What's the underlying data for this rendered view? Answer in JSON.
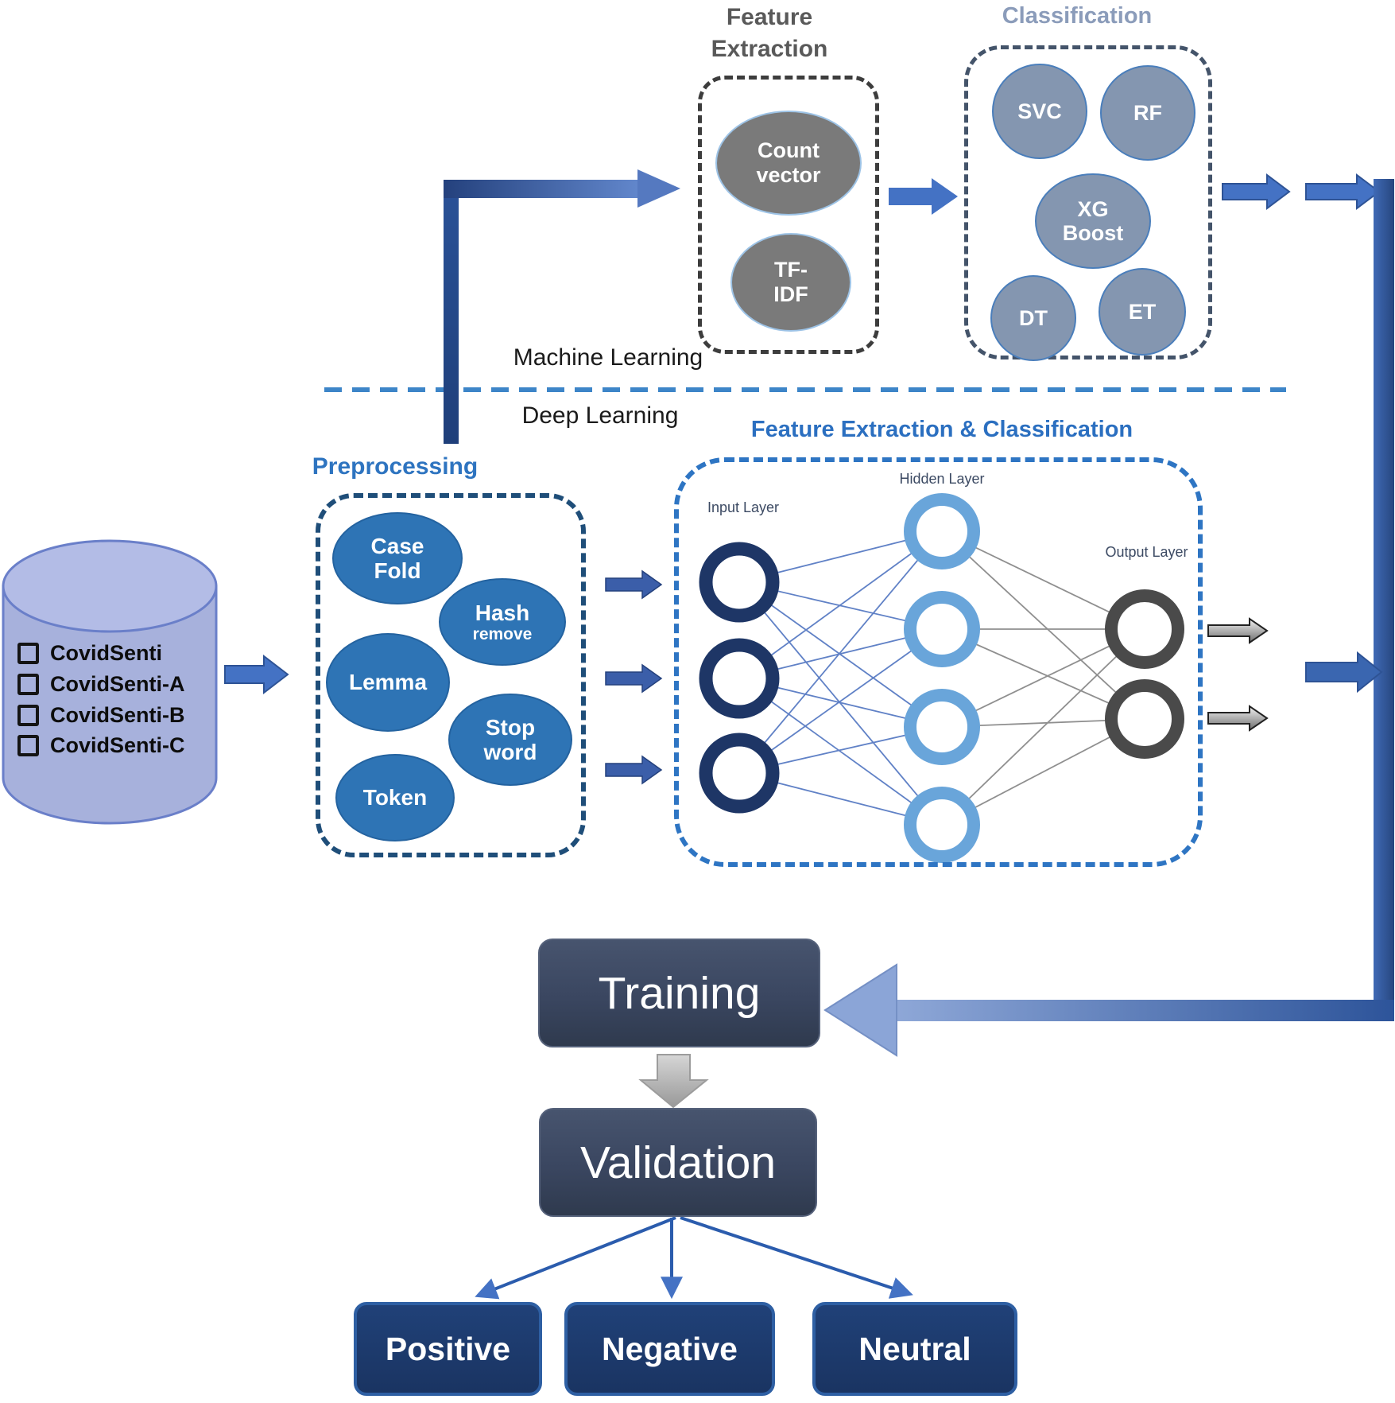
{
  "database": {
    "items": [
      "CovidSenti",
      "CovidSenti-A",
      "CovidSenti-B",
      "CovidSenti-C"
    ]
  },
  "sections": {
    "machine_learning": "Machine Learning",
    "deep_learning": "Deep Learning"
  },
  "feature_extraction": {
    "title": "Feature\nExtraction",
    "count_vector": "Count\nvector",
    "tf_idf": "TF-\nIDF"
  },
  "classification": {
    "title": "Classification",
    "svc": "SVC",
    "rf": "RF",
    "xg_boost": "XG\nBoost",
    "dt": "DT",
    "et": "ET"
  },
  "preprocessing": {
    "title": "Preprocessing",
    "case_fold": "Case\nFold",
    "hash": "Hash",
    "hash_sub": "remove",
    "lemma": "Lemma",
    "stop_word": "Stop\nword",
    "token": "Token"
  },
  "deep_learning_box": {
    "title": "Feature Extraction & Classification",
    "input_layer": "Input Layer",
    "hidden_layer": "Hidden Layer",
    "output_layer": "Output Layer"
  },
  "flow": {
    "training": "Training",
    "validation": "Validation",
    "outputs": [
      "Positive",
      "Negative",
      "Neutral"
    ]
  },
  "colors": {
    "accent_blue": "#4472c4",
    "dark_navy": "#24417d",
    "preprocess_blue": "#2e74b5",
    "slate": "#8496b0",
    "gray_node": "#7a7a7a",
    "bar_blue": "#2e5395",
    "light_periwinkle": "#8fa8d8"
  }
}
